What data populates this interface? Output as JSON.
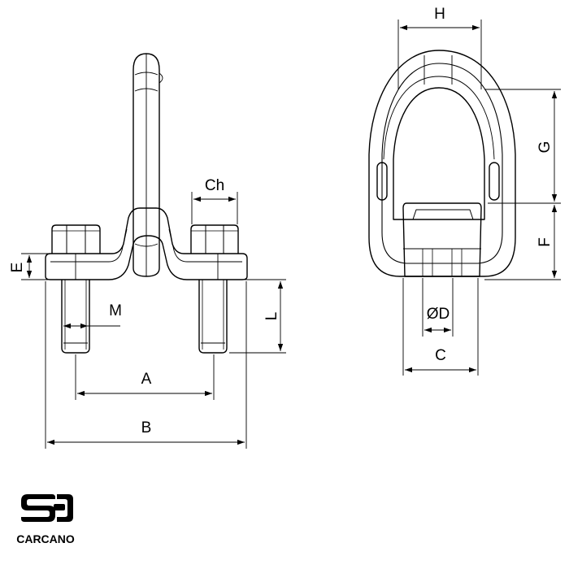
{
  "labels": {
    "H": "H",
    "G": "G",
    "F": "F",
    "D": "ØD",
    "C": "C",
    "Ch": "Ch",
    "E": "E",
    "M": "M",
    "L": "L",
    "A": "A",
    "B": "B"
  },
  "logo": {
    "name": "CARCANO"
  }
}
